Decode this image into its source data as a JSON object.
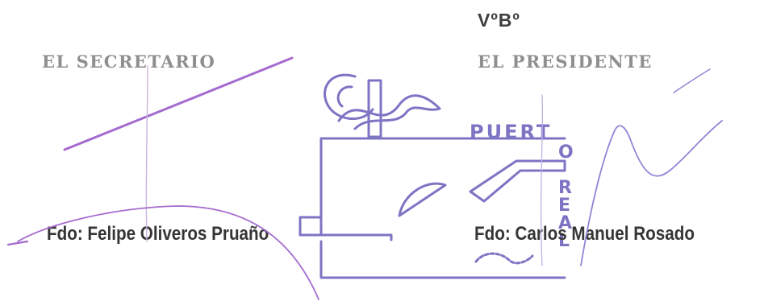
{
  "approval_mark": "VºBº",
  "secretary": {
    "role": "EL SECRETARIO",
    "signed_by": "Fdo: Felipe Oliveros Pruaño"
  },
  "president": {
    "role": "EL PRESIDENTE",
    "signed_by": "Fdo: Carlos Manuel Rosado"
  },
  "stamp": {
    "icon": "sewing-machine-seal-icon",
    "text_top": "PUERT",
    "text_side": [
      "O",
      "R",
      "E",
      "A",
      "L"
    ],
    "color": "#7d74c4"
  },
  "signature_colors": {
    "secretary_ink": "#a56bcf",
    "president_ink": "#8f86d6"
  }
}
